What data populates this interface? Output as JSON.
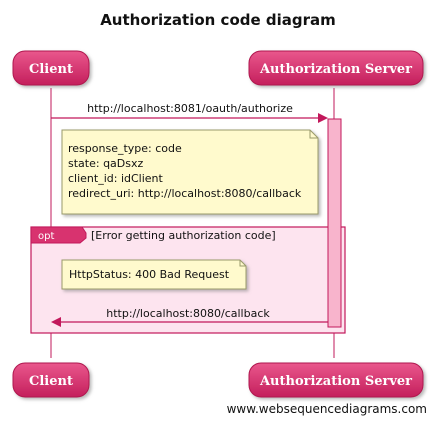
{
  "diagram": {
    "title": "Authorization code diagram",
    "participants": {
      "client": "Client",
      "server": "Authorization Server"
    },
    "messages": {
      "authorize": "http://localhost:8081/oauth/authorize",
      "callback": "http://localhost:8080/callback"
    },
    "note_request": {
      "line1": "response_type: code",
      "line2": "state: qaDsxz",
      "line3": "client_id: idClient",
      "line4": "redirect_uri: http://localhost:8080/callback"
    },
    "opt_block": {
      "tag": "opt",
      "condition": "[Error getting authorization code]"
    },
    "note_error": "HttpStatus: 400 Bad Request",
    "footer": "www.websequencediagrams.com",
    "colors": {
      "actor_fill": "#d8336f",
      "lifeline": "#c2185b",
      "note_fill": "#fffacd",
      "opt_fill": "#fde4ef",
      "activation_fill": "#f8b4cc"
    }
  }
}
